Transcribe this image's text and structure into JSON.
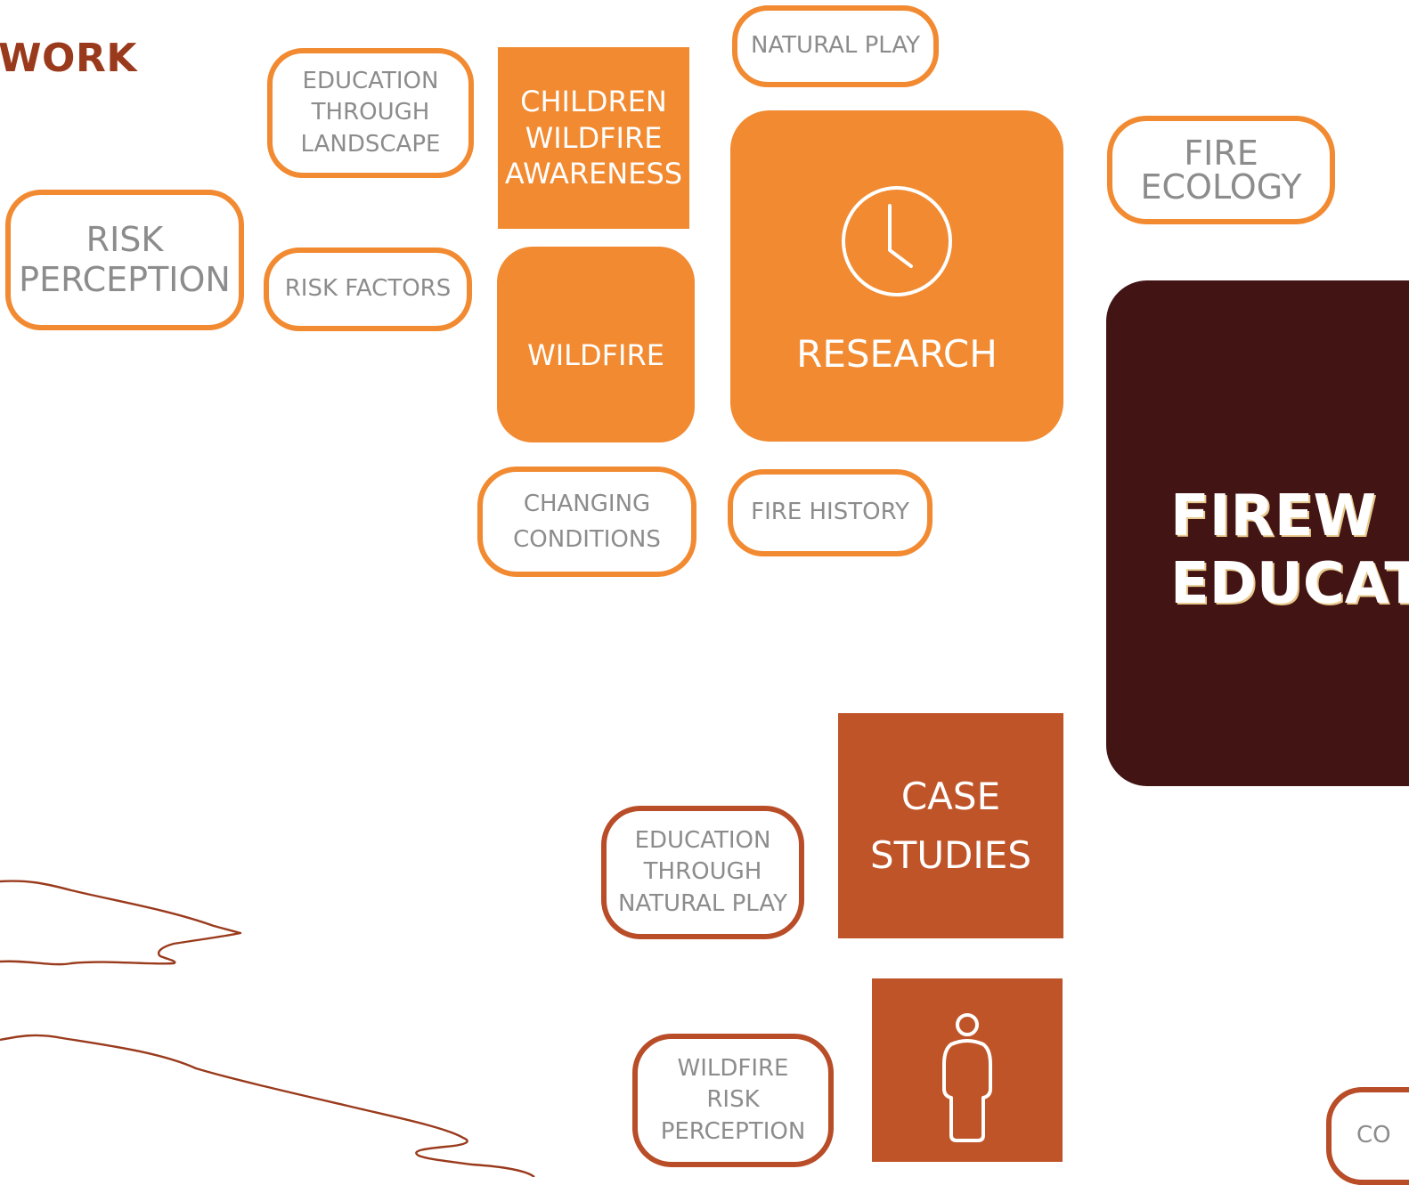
{
  "heading": "WORK",
  "colors": {
    "orange": "#f18a31",
    "rust": "#c05429",
    "dark": "#421414",
    "grey_text": "#8c8c8c",
    "coastline": "#9a3a1c"
  },
  "nodes": {
    "natural_play": "NATURAL PLAY",
    "education_landscape": "EDUCATION\nTHROUGH\nLANDSCAPE",
    "children_awareness": "CHILDREN\nWILDFIRE\nAWARENESS",
    "risk_perception": "RISK\nPERCEPTION",
    "risk_factors": "RISK FACTORS",
    "wildfire": "WILDFIRE",
    "research": "RESEARCH",
    "fire_ecology": "FIRE\nECOLOGY",
    "changing_conditions": "CHANGING\nCONDITIONS",
    "fire_history": "FIRE HISTORY",
    "firewise_title": "FIREW\nEDUCAT",
    "case_studies": "CASE\nSTUDIES",
    "education_natural_play": "EDUCATION\nTHROUGH\nNATURAL PLAY",
    "wildfire_risk_perception": "WILDFIRE\nRISK\nPERCEPTION",
    "co_partial": "CO"
  },
  "icons": {
    "research": "clock-icon",
    "person": "person-icon",
    "map": "coastline-outline"
  }
}
